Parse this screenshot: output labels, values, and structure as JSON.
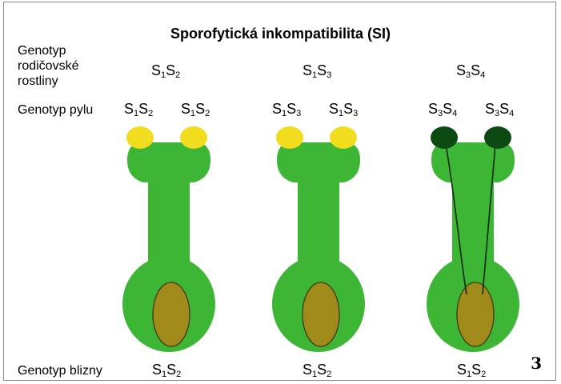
{
  "title": "Sporofytická inkompatibilita (SI)",
  "row_labels": {
    "parent": [
      "Genotyp",
      "rodičovské",
      "rostliny"
    ],
    "pollen": "Genotyp pylu",
    "stigma": "Genotyp blizny"
  },
  "columns": [
    {
      "parent_genotype": [
        "S",
        "1",
        "S",
        "2"
      ],
      "pollen_genotypes": [
        [
          "S",
          "1",
          "S",
          "2"
        ],
        [
          "S",
          "1",
          "S",
          "2"
        ]
      ],
      "stigma_genotype": [
        "S",
        "1",
        "S",
        "2"
      ],
      "pollen_color": "#f2dc1e",
      "pollen_tubes": false
    },
    {
      "parent_genotype": [
        "S",
        "1",
        "S",
        "3"
      ],
      "pollen_genotypes": [
        [
          "S",
          "1",
          "S",
          "3"
        ],
        [
          "S",
          "1",
          "S",
          "3"
        ]
      ],
      "stigma_genotype": [
        "S",
        "1",
        "S",
        "2"
      ],
      "pollen_color": "#f2dc1e",
      "pollen_tubes": false
    },
    {
      "parent_genotype": [
        "S",
        "3",
        "S",
        "4"
      ],
      "pollen_genotypes": [
        [
          "S",
          "3",
          "S",
          "4"
        ],
        [
          "S",
          "3",
          "S",
          "4"
        ]
      ],
      "stigma_genotype": [
        "S",
        "1",
        "S",
        "2"
      ],
      "pollen_color": "#0c4a12",
      "pollen_tubes": true
    }
  ],
  "figure_number": "3",
  "colors": {
    "pistil": "#3db535",
    "ovule": "#a08a1a",
    "ovule_outline": "#3e3a0e",
    "tube": "#0a2a0a"
  }
}
